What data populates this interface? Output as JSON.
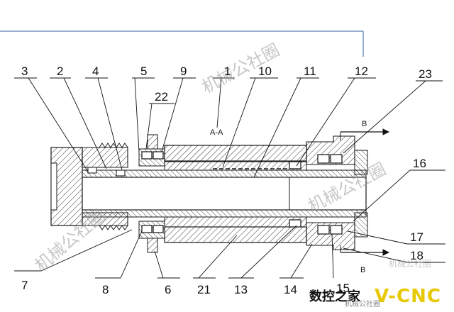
{
  "diagram": {
    "section_label": "A-A",
    "view_label_top": "B",
    "view_label_bottom": "B",
    "part_numbers_top": [
      "3",
      "2",
      "4",
      "5",
      "9",
      "22",
      "1",
      "10",
      "11",
      "12",
      "23"
    ],
    "part_numbers_right": [
      "16",
      "17",
      "18"
    ],
    "part_numbers_bottom": [
      "7",
      "8",
      "6",
      "21",
      "13",
      "14",
      "15"
    ],
    "line_color": "#1a1a1a",
    "frame_color": "#2f5f9f"
  },
  "watermarks": [
    "机械公社圈",
    "机械公社圈",
    "机械公社圈",
    "机械公社圈"
  ],
  "footer_logo": {
    "left": "数控之家",
    "right": "V-CNC",
    "caption": "机械公社圈"
  }
}
